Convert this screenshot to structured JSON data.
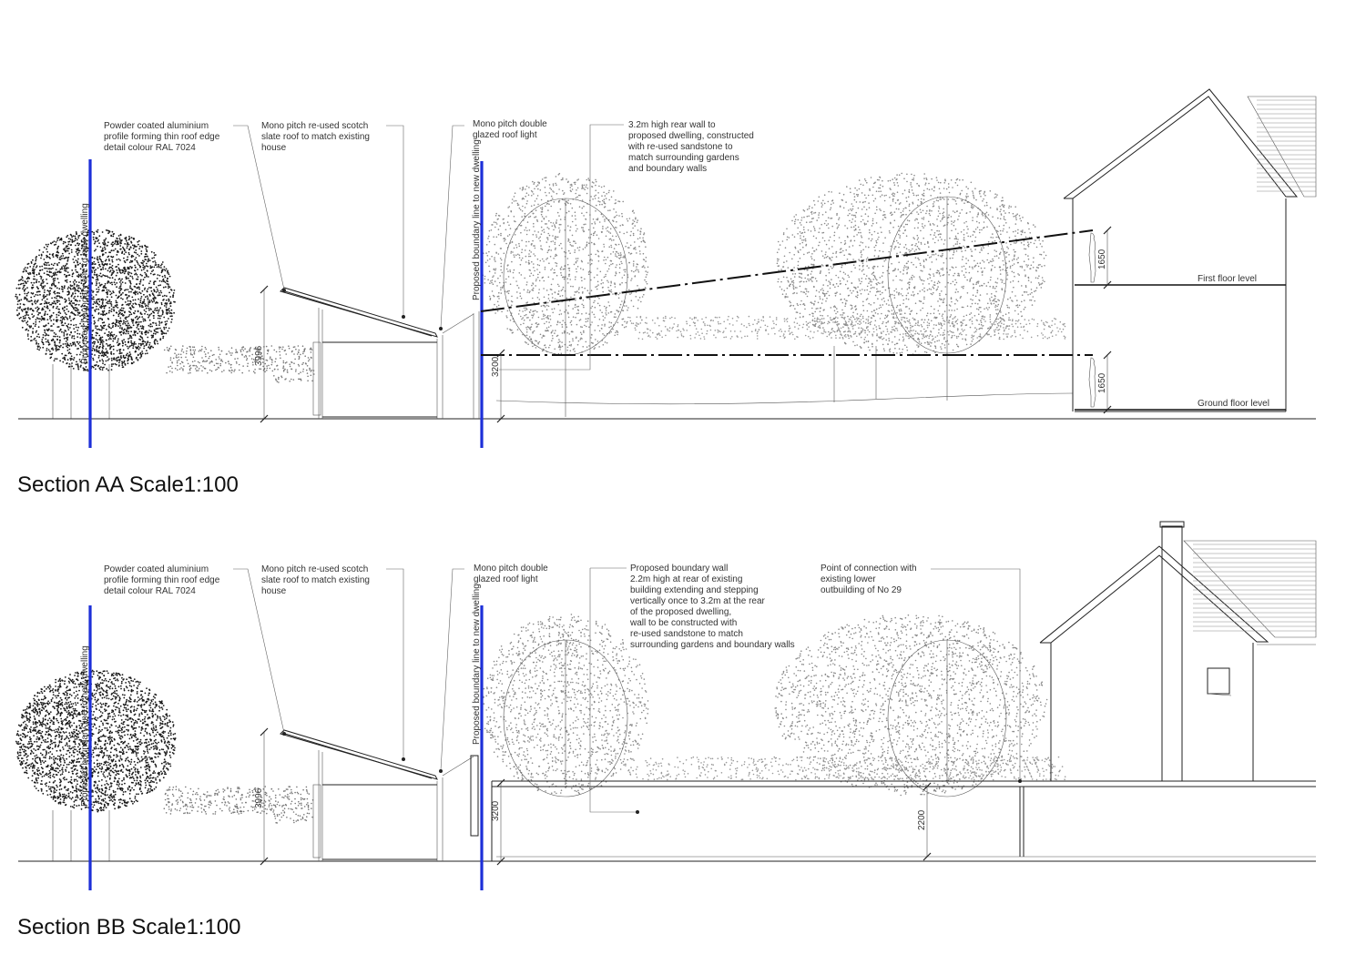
{
  "section_aa": {
    "title": "Section AA  Scale1:100",
    "notes": {
      "roof_edge": [
        "Powder coated aluminium",
        "profile forming thin roof edge",
        "detail colour RAL 7024"
      ],
      "slate_roof": [
        "Mono pitch re-used scotch",
        "slate roof to match existing",
        "house"
      ],
      "roof_light": [
        "Mono pitch double",
        "glazed roof light"
      ],
      "rear_wall": [
        "3.2m high rear wall to",
        "proposed dwelling, constructed",
        "with re-used sandstone to",
        "match surrounding gardens",
        "and boundary walls"
      ]
    },
    "boundary_label": "Proposed boundary line to new dwelling",
    "dimensions": {
      "height": "3996",
      "wall": "3200",
      "upper_eye": "1650",
      "lower_eye": "1650"
    },
    "levels": {
      "first": "First floor level",
      "ground": "Ground floor level"
    }
  },
  "section_bb": {
    "title": "Section BB  Scale1:100",
    "notes": {
      "roof_edge": [
        "Powder coated aluminium",
        "profile forming thin roof edge",
        "detail colour RAL 7024"
      ],
      "slate_roof": [
        "Mono pitch re-used scotch",
        "slate roof to match existing",
        "house"
      ],
      "roof_light": [
        "Mono pitch double",
        "glazed roof light"
      ],
      "boundary_wall": [
        "Proposed boundary wall",
        "2.2m high at rear of existing",
        "building extending and stepping",
        "vertically once to 3.2m at the rear",
        "of the proposed dwelling,",
        "wall to be constructed with",
        "re-used sandstone to match",
        "surrounding gardens and boundary walls"
      ],
      "connection": [
        "Point of connection with",
        "existing lower",
        "outbuilding of No 29"
      ]
    },
    "boundary_label": "Proposed boundary line to new dwelling",
    "dimensions": {
      "height": "3996",
      "wall": "3200",
      "boundary_wall": "2200"
    }
  },
  "colors": {
    "boundary_line": "#1d2fd8",
    "linework": "#222222"
  }
}
